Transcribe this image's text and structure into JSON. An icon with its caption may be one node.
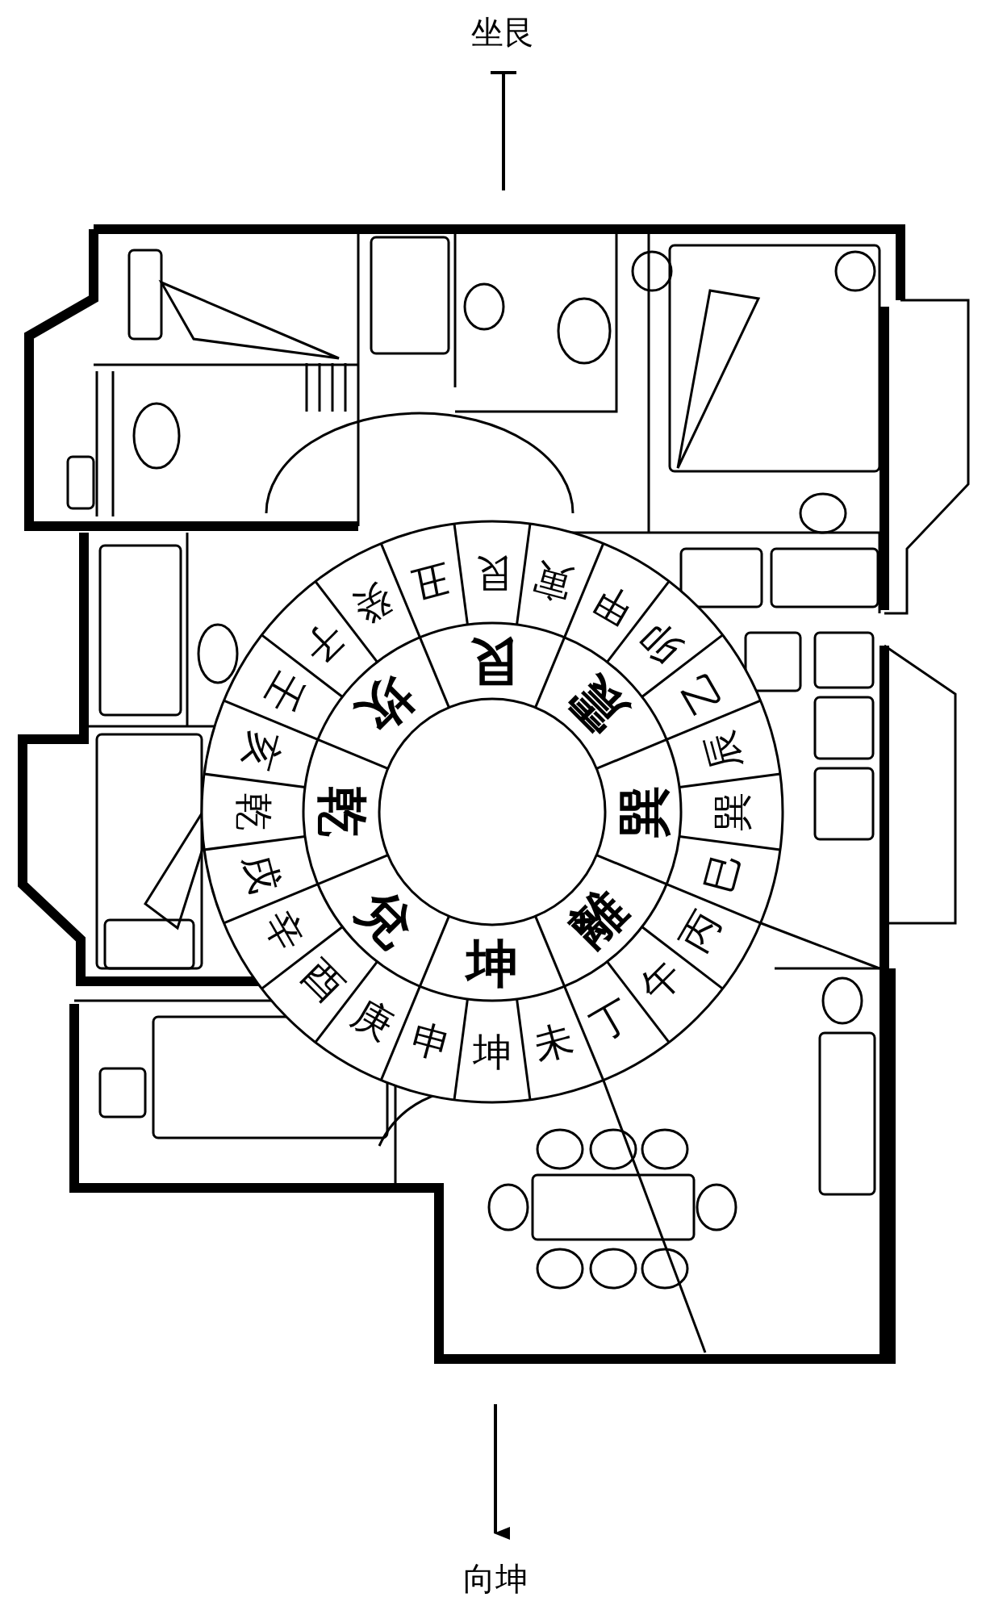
{
  "diagram": {
    "labels": [
      "坐艮",
      "艮",
      "寅",
      "甲",
      "卯",
      "乙",
      "辰",
      "巽",
      "巳",
      "丙",
      "午",
      "丁",
      "未",
      "坤",
      "申",
      "庚",
      "酉",
      "辛",
      "戌",
      "乾",
      "亥",
      "壬",
      "子",
      "癸",
      "丑",
      "艮",
      "震",
      "巽",
      "離",
      "坤",
      "兌",
      "乾",
      "坎",
      "向坤"
    ]
  }
}
